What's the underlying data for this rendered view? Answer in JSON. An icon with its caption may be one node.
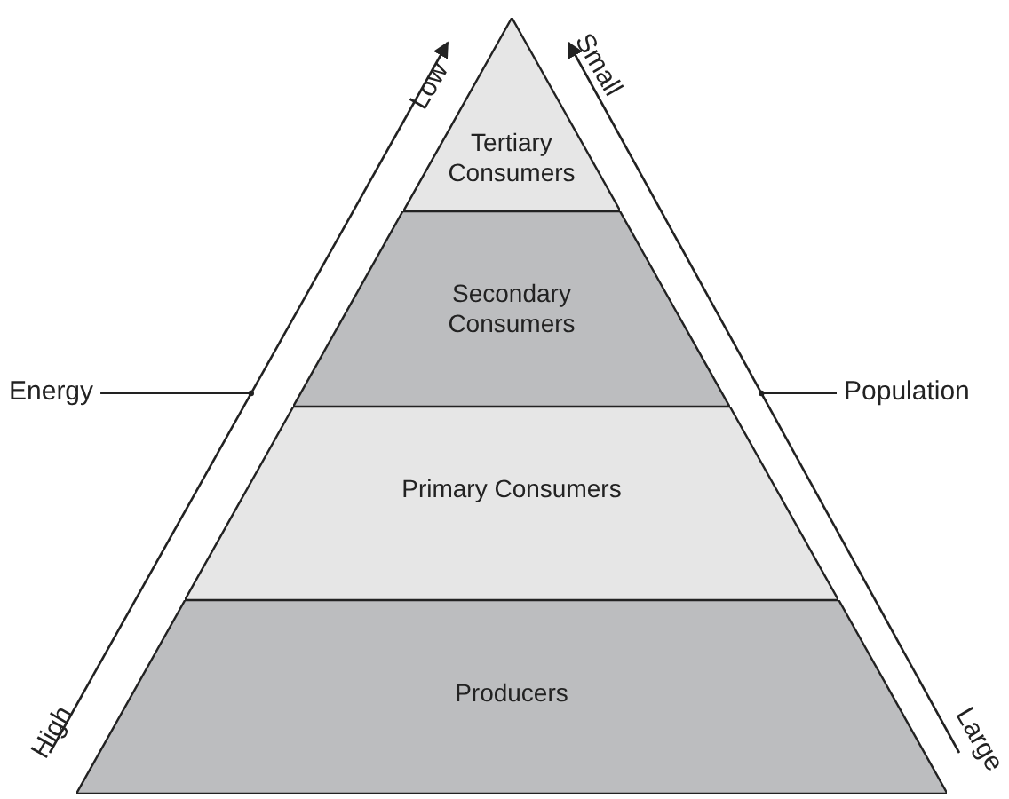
{
  "diagram": {
    "nodes": [
      {
        "text": [
          "Tertiary Consumers"
        ]
      },
      {
        "text": [
          "Secondary Consumers"
        ]
      },
      {
        "text": [
          "Primary Consumers"
        ]
      },
      {
        "text": [
          "Producers"
        ]
      },
      {
        "text": [
          "Energy"
        ]
      },
      {
        "text": [
          "Population"
        ]
      },
      {
        "text": [],
        "shape": "arrow"
      },
      {
        "text": [],
        "shape": "arrow"
      }
    ],
    "edges": [
      {
        "from": 4,
        "to": 6,
        "arrow": "other"
      },
      {
        "from": 5,
        "to": 7,
        "arrow": "other"
      }
    ],
    "labels": [
      "Low",
      "Small",
      "High",
      "Large"
    ]
  }
}
